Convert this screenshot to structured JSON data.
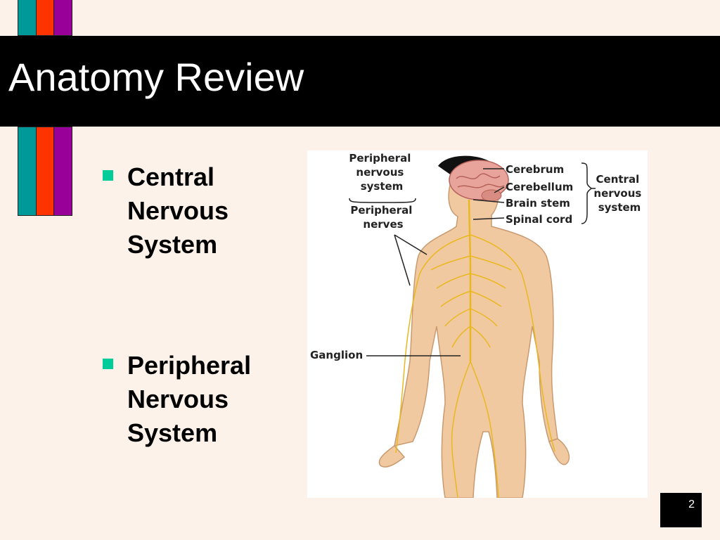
{
  "slide": {
    "title": "Anatomy Review",
    "page_number": "2",
    "decor_colors": [
      "#009999",
      "#ff3300",
      "#990099"
    ],
    "accent_color": "#00cc99"
  },
  "bullets": [
    {
      "text": "Central\nNervous\nSystem"
    },
    {
      "text": "Peripheral\nNervous\nSystem"
    }
  ],
  "figure": {
    "labels": {
      "peripheral_nervous_system": [
        "Peripheral",
        "nervous",
        "system"
      ],
      "peripheral_nerves": [
        "Peripheral",
        "nerves"
      ],
      "cerebrum": "Cerebrum",
      "cerebellum": "Cerebellum",
      "brain_stem": "Brain stem",
      "spinal_cord": "Spinal cord",
      "central_nervous_system": [
        "Central",
        "nervous",
        "system"
      ],
      "ganglion": "Ganglion"
    }
  }
}
